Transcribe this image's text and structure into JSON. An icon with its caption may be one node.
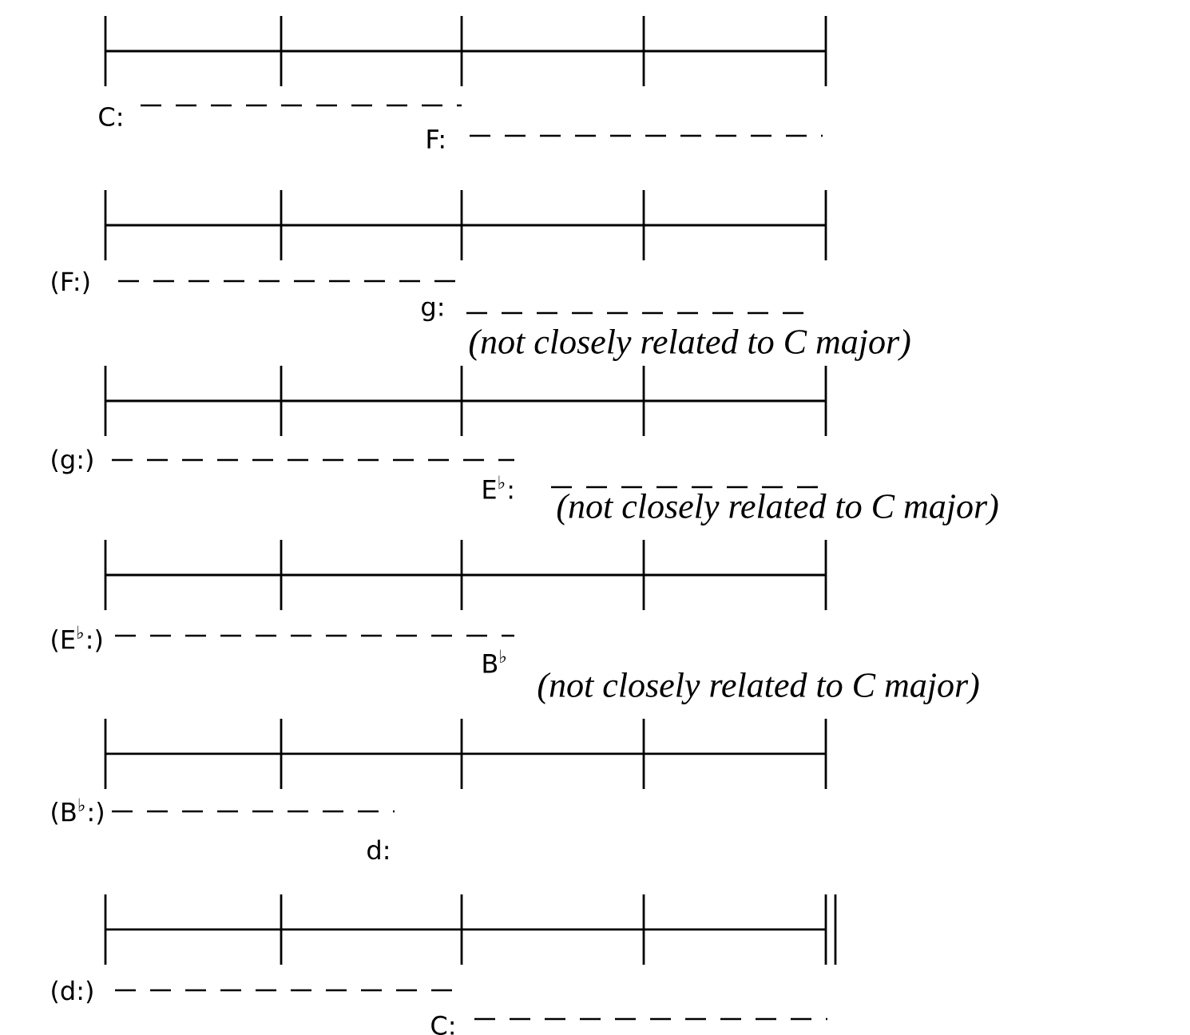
{
  "diagram": {
    "labels": [
      "C:",
      "F:",
      "(F:)",
      "g:",
      "(not closely related to C major)",
      "(g:)",
      "E$^{♭}$:",
      "(not closely related to C major)",
      "(E$^{♭}$:)",
      "B$^{♭}$",
      "(not closely related to C major)",
      "(B$^{♭}$:)",
      "d:",
      "(d:)",
      "C:"
    ]
  }
}
